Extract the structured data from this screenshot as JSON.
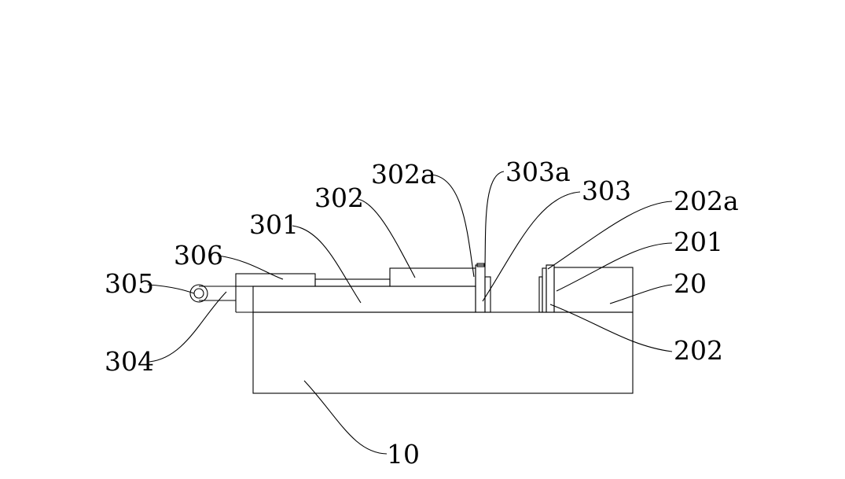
{
  "figure": {
    "colors": {
      "line": "#000000",
      "background": "#ffffff"
    },
    "labels": {
      "l10": "10",
      "l20": "20",
      "l201": "201",
      "l202": "202",
      "l202a": "202a",
      "l301": "301",
      "l302": "302",
      "l302a": "302a",
      "l303": "303",
      "l303a": "303a",
      "l304": "304",
      "l305": "305",
      "l306": "306"
    }
  }
}
